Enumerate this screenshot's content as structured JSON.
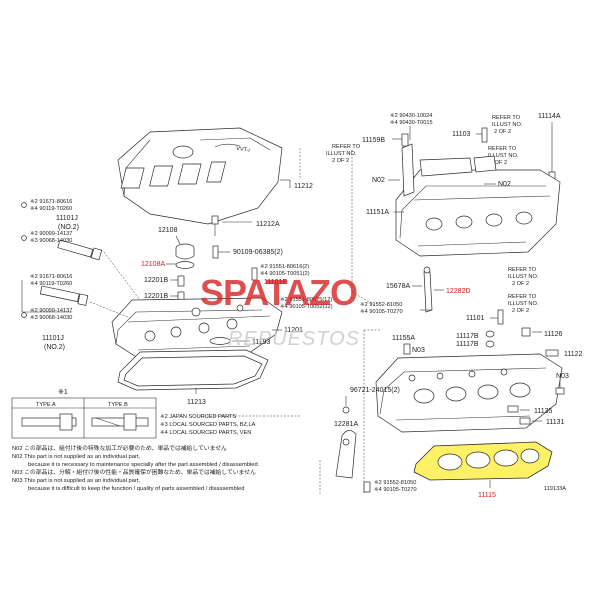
{
  "diagram_id": "119133A",
  "watermark": {
    "brand": "SPATAZO",
    "sub": "REPUESTOS"
  },
  "labels": {
    "p11212": "11212",
    "p11212a": "11212A",
    "p12108": "12108",
    "p12108a": "12108A",
    "p90109": "90109-06385(2)",
    "p12201b_1": "12201B",
    "p12201b_2": "12201B",
    "p11101e": "11101E",
    "p11201": "11201",
    "p11193": "11193",
    "p11213": "11213",
    "p11101j_top": "11101J",
    "no2_top": "(NO.2)",
    "p11101j_bot": "11101J",
    "no2_bot": "(NO.2)",
    "inj1a": "※2 91671-80616",
    "inj1b": "※4 90119-T0260",
    "inj2a": "※2 90099-14137",
    "inj2b": "※3 90068-14030",
    "inj3a": "※2 91671-80616",
    "inj3b": "※4 90119-T0260",
    "inj4a": "※2 90099-14137",
    "inj4b": "※3 90068-14030",
    "mid1a": "※2 91551-80616(2)",
    "mid1b": "※4 90105-T0051(2)",
    "mid2a": "※2 91551-80625(12)",
    "mid2b": "※4 90105-T0052(12)",
    "mid3a": "※2 91552-81050",
    "mid3b": "※4 90105-T0270",
    "top1a": "※2 90430-10024",
    "top1b": "※4 90430-T0015",
    "p11159b": "11159B",
    "p11103": "11103",
    "p11114a": "11114A",
    "refer_top_l1": "REFER TO",
    "refer_top_l2": "ILLUST NO.",
    "refer_top_l3": "2 OF 2",
    "refer_top_m1": "REFER TO",
    "refer_top_m2": "ILLUST NO.",
    "refer_top_m3": "2 OF 2",
    "refer_top_r1": "REFER TO",
    "refer_top_r2": "ILLUST NO.",
    "refer_top_r3": "2 OF 2",
    "n02_top": "N02",
    "n02_right": "N02",
    "p11151a": "11151A",
    "p15678a": "15678A",
    "p12282d": "12282D",
    "refer_mid1a": "REFER TO",
    "refer_mid1b": "ILLUST NO.",
    "refer_mid1c": "2 OF 2",
    "refer_mid2a": "REFER TO",
    "refer_mid2b": "ILLUST NO.",
    "refer_mid2c": "2 OF 2",
    "p11101": "11101",
    "p11155a": "11155A",
    "n03_a": "N03",
    "p11117b_1": "11117B",
    "p11117b_2": "11117B",
    "p11126": "11126",
    "p11122": "11122",
    "n03_b": "N03",
    "p96721": "96721-24015(2)",
    "p12281a": "12281A",
    "p11135": "11135",
    "p11131": "11131",
    "bot1a": "※2 91552-81050",
    "bot1b": "※4 90105-T0270",
    "p11115": "11115"
  },
  "legend": {
    "mark": "※1",
    "type_a": "TYPE A",
    "type_b": "TYPE B",
    "l2": "※2 JAPAN SOURCED PARTS",
    "l3": "※3 LOCAL SOURCED PARTS, BZ,LA",
    "l4": "※4 LOCAL SOURCED PARTS, VEN"
  },
  "notes": {
    "n02_jp": "N02 この部品は、組付け後の特殊な加工が必要のため、単品では補給していません",
    "n02_en1": "N02 This part is not supplied as an individual part,",
    "n02_en2": "because it is necessary to maintenance specially after the part assembled / disassembled",
    "n03_jp1": "N03 この部品は、分解・組付け後の性能・品質確保が困難なため、単品では補給していません",
    "n03_en1": "N03 This part is not supplied as an individual part,",
    "n03_en2": "because it is difficult to keep the function / quality of parts assembled / disassembled"
  }
}
